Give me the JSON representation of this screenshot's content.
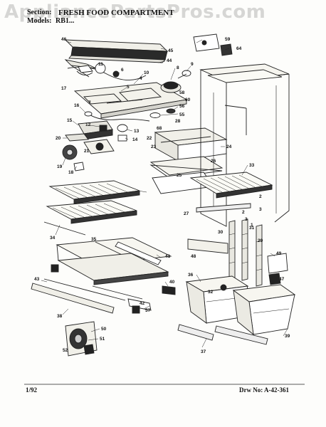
{
  "header": {
    "section_label": "Section:",
    "section_value": "FRESH FOOD COMPARTMENT",
    "model_label": "Models:",
    "model_value": "RB1..."
  },
  "watermark": "AppliancePartsPros.com",
  "footer": {
    "date": "1/92",
    "drawing_number": "Drw No: A-42-361"
  },
  "callouts": [
    "46",
    "45",
    "44",
    "8",
    "9",
    "10",
    "11",
    "4",
    "5",
    "6",
    "17",
    "2",
    "3",
    "59",
    "64",
    "58",
    "7",
    "56",
    "55",
    "60",
    "16",
    "15",
    "12",
    "14",
    "13",
    "28",
    "24",
    "25",
    "26",
    "20",
    "19",
    "18",
    "21",
    "27",
    "33",
    "2",
    "3",
    "1",
    "34",
    "35",
    "41",
    "30",
    "31",
    "29",
    "48",
    "49",
    "47",
    "36",
    "32",
    "40",
    "43",
    "38",
    "42",
    "57",
    "50",
    "51",
    "52",
    "39",
    "37",
    "68",
    "22",
    "23"
  ]
}
